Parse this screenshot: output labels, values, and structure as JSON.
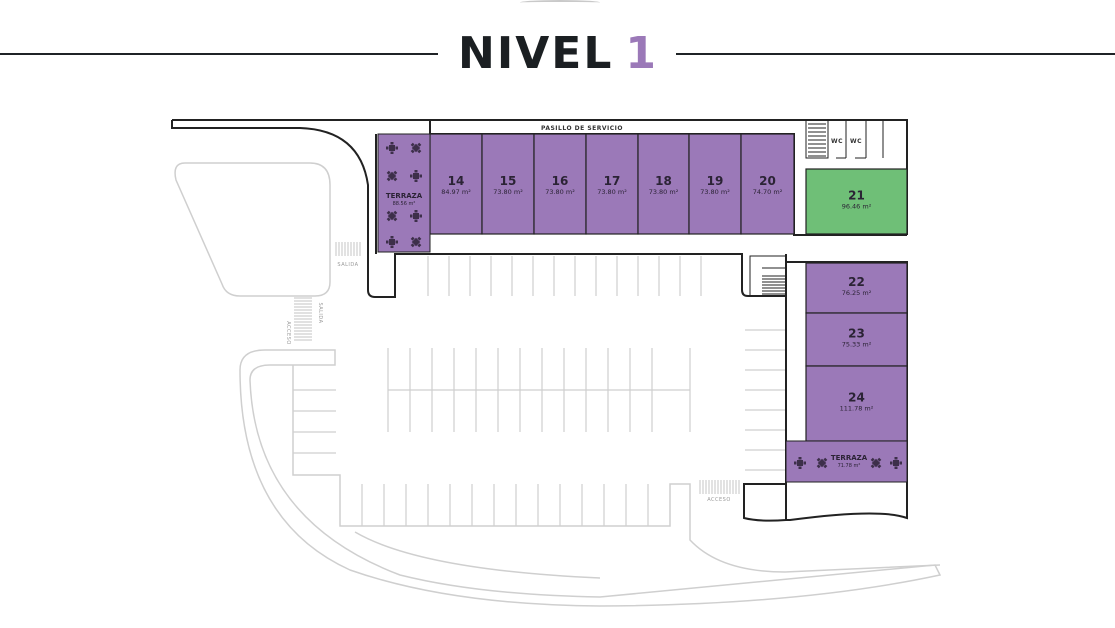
{
  "header": {
    "title": "NIVEL",
    "title_number": "1",
    "title_color": "#1b1f22",
    "number_color": "#9b79b8"
  },
  "colors": {
    "unit_fill": "#9b79b8",
    "unit_highlight": "#6fbf77",
    "outline": "#222222",
    "parking_lines": "#cfcfcf"
  },
  "labels": {
    "service_corridor": "PASILLO DE SERVICIO",
    "wc_1": "WC",
    "wc_2": "WC",
    "salida_1": "SALIDA",
    "salida_2": "SALIDA",
    "acceso_1": "ACCESO",
    "acceso_2": "ACCESO"
  },
  "terraces": [
    {
      "label": "TERRAZA",
      "area": "88.56 m²"
    },
    {
      "label": "TERRAZA",
      "area": "71.78 m²"
    }
  ],
  "units": [
    {
      "number": "14",
      "area": "84.97 m²"
    },
    {
      "number": "15",
      "area": "73.80 m²"
    },
    {
      "number": "16",
      "area": "73.80 m²"
    },
    {
      "number": "17",
      "area": "73.80 m²"
    },
    {
      "number": "18",
      "area": "73.80 m²"
    },
    {
      "number": "19",
      "area": "73.80 m²"
    },
    {
      "number": "20",
      "area": "74.70 m²"
    },
    {
      "number": "21",
      "area": "96.46 m²"
    },
    {
      "number": "22",
      "area": "76.25 m²"
    },
    {
      "number": "23",
      "area": "75.33 m²"
    },
    {
      "number": "24",
      "area": "111.78 m²"
    }
  ]
}
